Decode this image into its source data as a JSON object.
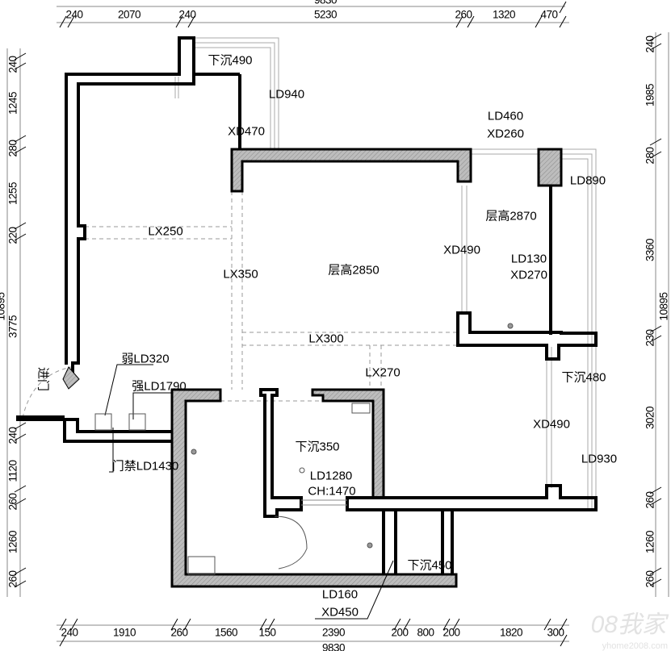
{
  "dimensions": {
    "top_total": "9830",
    "top": [
      "240",
      "2070",
      "240",
      "5230",
      "260",
      "1320",
      "470"
    ],
    "bottom_total": "9830",
    "bottom": [
      "240",
      "1910",
      "260",
      "1560",
      "150",
      "2390",
      "200",
      "800",
      "200",
      "1820",
      "300"
    ],
    "left_total": "10895",
    "left": [
      "240",
      "1245",
      "280",
      "1255",
      "220",
      "3775",
      "240",
      "1120",
      "260",
      "1260",
      "260"
    ],
    "right_total": "10895",
    "right": [
      "240",
      "1985",
      "280",
      "3360",
      "230",
      "3020",
      "260",
      "1260",
      "260"
    ]
  },
  "labels": {
    "sink_490": "下沉490",
    "ld940": "LD940",
    "xd470": "XD470",
    "ld460": "LD460",
    "xd260": "XD260",
    "ld890": "LD890",
    "height_2870": "层高2870",
    "lx250": "LX250",
    "xd490_a": "XD490",
    "ld130": "LD130",
    "xd270": "XD270",
    "lx350": "LX350",
    "height_2850": "层高2850",
    "lx300": "LX300",
    "weak_ld320": "弱LD320",
    "lx270": "LX270",
    "strong_ld1790": "强LD1790",
    "sink_480": "下沉480",
    "xd490_b": "XD490",
    "sink_350": "下沉350",
    "ld1280": "LD1280",
    "ch1470": "CH:1470",
    "ld930": "LD930",
    "access_ld1430": "门禁LD1430",
    "sink_450": "下沉450",
    "ld160": "LD160",
    "xd450": "XD450",
    "entrance": "进门"
  },
  "watermark": {
    "logo": "08我家",
    "url": "yhome2008.com"
  },
  "colors": {
    "wall": "#000000",
    "hatch": "#a9a9a9",
    "thin": "#999999"
  }
}
